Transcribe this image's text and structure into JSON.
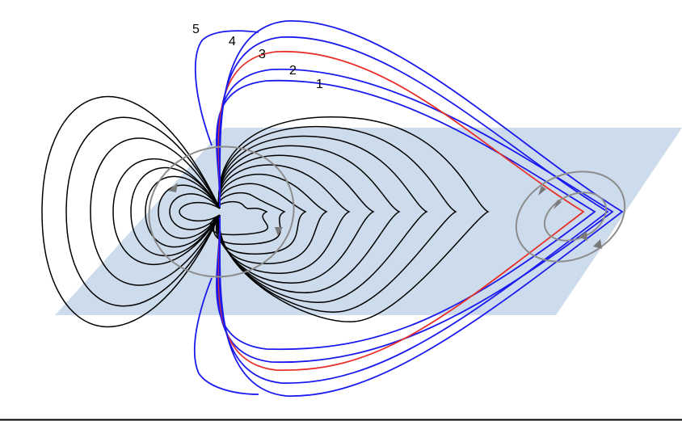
{
  "diagram": {
    "colors": {
      "plane": "#cddcec",
      "black_line": "#000000",
      "blue_line": "#1a1aee",
      "red_line": "#e8302b",
      "loop": "#8c8c8c",
      "arrow": "#7a7a7a"
    },
    "field_lines": {
      "labels": [
        "1",
        "2",
        "3",
        "4",
        "5"
      ],
      "label_colors": [
        "blue",
        "blue",
        "red",
        "blue",
        "blue"
      ]
    }
  }
}
